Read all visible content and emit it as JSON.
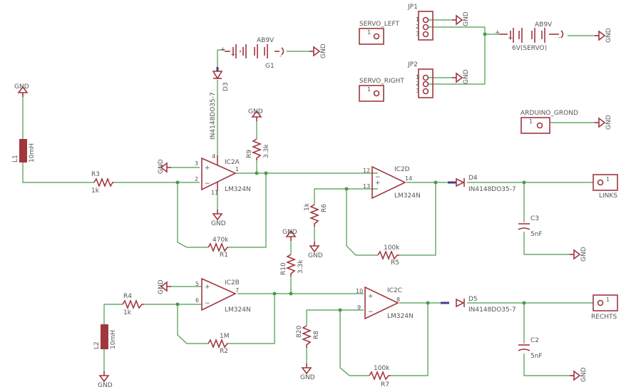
{
  "gnd": "GND",
  "batt1": {
    "name": "G1",
    "value": "AB9V",
    "plus": "+",
    "minus": "-"
  },
  "batt2": {
    "name": "6V(SERVO)",
    "value": "AB9V",
    "plus": "+",
    "minus": "-"
  },
  "d3": {
    "name": "D3",
    "value": "IN4148DO35-7"
  },
  "d4": {
    "name": "D4",
    "value": "IN4148DO35-7"
  },
  "d5": {
    "name": "D5",
    "value": "IN4148DO35-7"
  },
  "l1": {
    "name": "L1",
    "value": "10mH"
  },
  "l2": {
    "name": "L2",
    "value": "10mH"
  },
  "r1": {
    "name": "R1",
    "value": "470k"
  },
  "r2": {
    "name": "R2",
    "value": "1M"
  },
  "r3": {
    "name": "R3",
    "value": "1k"
  },
  "r4": {
    "name": "R4",
    "value": "1k"
  },
  "r5": {
    "name": "R5",
    "value": "100k"
  },
  "r6": {
    "name": "R6",
    "value": "1k"
  },
  "r7": {
    "name": "R7",
    "value": "100k"
  },
  "r8": {
    "name": "R8",
    "value": "820"
  },
  "r9": {
    "name": "R9",
    "value": "3.3k"
  },
  "r10": {
    "name": "R10",
    "value": "3.3k"
  },
  "c2": {
    "name": "C2",
    "value": "5nF"
  },
  "c3": {
    "name": "C3",
    "value": "5nF"
  },
  "ic2a": {
    "name": "IC2A",
    "value": "LM324N",
    "pins": [
      "3",
      "2",
      "1",
      "4",
      "11"
    ]
  },
  "ic2b": {
    "name": "IC2B",
    "value": "LM324N",
    "pins": [
      "5",
      "6",
      "7"
    ]
  },
  "ic2c": {
    "name": "IC2C",
    "value": "LM324N",
    "pins": [
      "10",
      "9",
      "8"
    ]
  },
  "ic2d": {
    "name": "IC2D",
    "value": "LM324N",
    "pins": [
      "12",
      "13",
      "14"
    ]
  },
  "jp1": {
    "name": "JP1",
    "pins": [
      "1",
      "2",
      "3"
    ]
  },
  "jp2": {
    "name": "JP2",
    "pins": [
      "1",
      "2",
      "3"
    ]
  },
  "conn": {
    "servo_left": "SERVO_LEFT",
    "servo_right": "SERVO_RIGHT",
    "arduino": "ARDUINO_GROND",
    "links": "LINKS",
    "rechts": "RECHTS",
    "pin1": "1"
  }
}
